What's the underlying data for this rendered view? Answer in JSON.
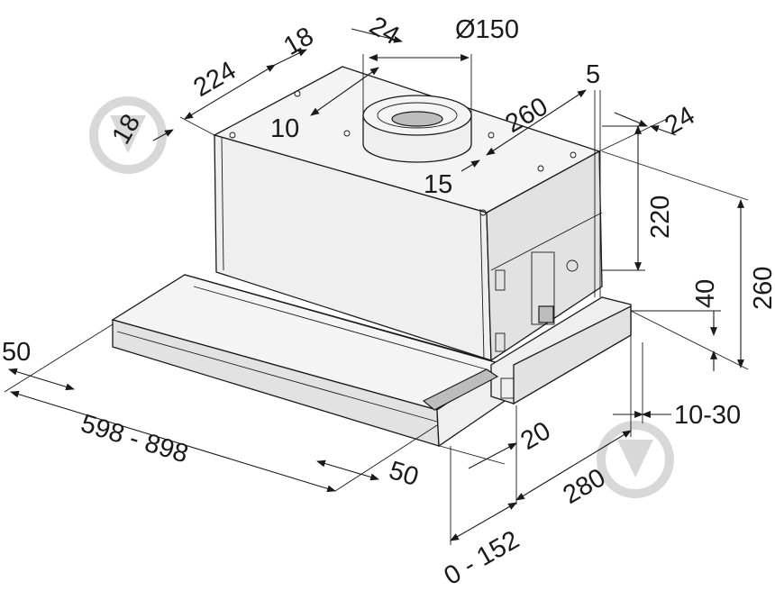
{
  "diagram": {
    "dimensions": {
      "width_range": "598 - 898",
      "depth_280": "280",
      "extension_range": "0 - 152",
      "front_50_left": "50",
      "front_50_right": "50",
      "front_20": "20",
      "side_10_30": "10-30",
      "height_260": "260",
      "height_220": "220",
      "height_40": "40",
      "side_24_right": "24",
      "top_5": "5",
      "top_260": "260",
      "top_15": "15",
      "outlet_diameter": "Ø150",
      "top_24": "24",
      "top_18_upper": "18",
      "top_224": "224",
      "top_10": "10",
      "left_18": "18"
    }
  }
}
